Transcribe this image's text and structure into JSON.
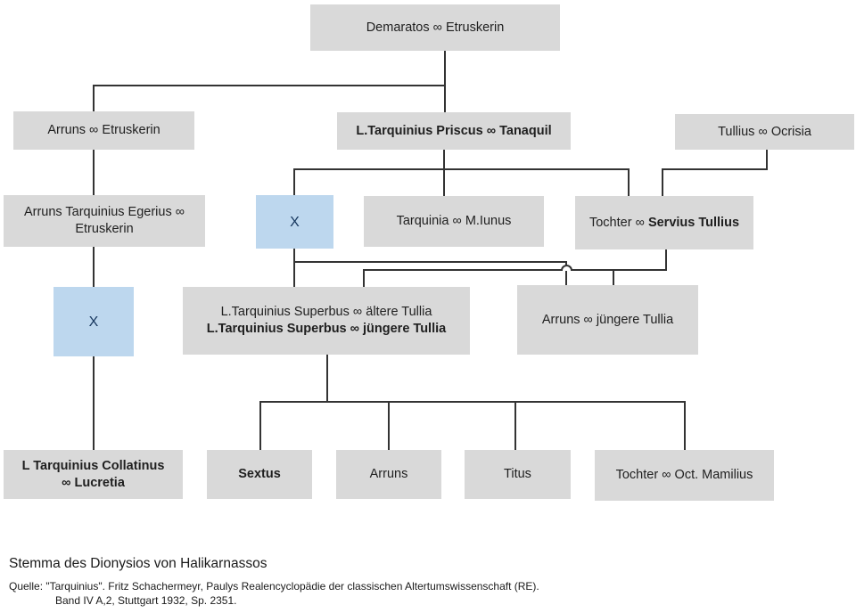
{
  "diagram": {
    "title": "Stemma des Dionysios von Halikarnassos",
    "source": {
      "line1": "Quelle: \"Tarquinius\". Fritz Schachermeyr, Paulys Realencyclopädie der classischen Altertumswissenschaft (RE).",
      "line2": "Band IV A,2, Stuttgart 1932, Sp. 2351."
    },
    "colors": {
      "box_fill": "#d9d9d9",
      "unknown_box_fill": "#bdd7ee",
      "unknown_text": "#17375e",
      "line": "#333333",
      "text": "#1f1f1f",
      "background": "#ffffff"
    },
    "nodes": {
      "demaratos": {
        "label": "Demaratos ∞ Etruskerin"
      },
      "arruns_etruskerin": {
        "label": "Arruns ∞ Etruskerin"
      },
      "priscus": {
        "label": "L.Tarquinius Priscus ∞ Tanaquil"
      },
      "tullius_ocrisia": {
        "label": "Tullius ∞ Ocrisia"
      },
      "egerius": {
        "label": "Arruns Tarquinius Egerius ∞ Etruskerin"
      },
      "unknown_son": {
        "label": "X"
      },
      "tarquinia": {
        "label": "Tarquinia ∞ M.Iunus"
      },
      "tochter_servius": {
        "prefix": "Tochter ∞ ",
        "bold": "Servius Tullius"
      },
      "unknown_grandson": {
        "label": "X"
      },
      "superbus": {
        "line1": "L.Tarquinius Superbus ∞ ältere Tullia",
        "line2": "L.Tarquinius Superbus ∞ jüngere Tullia"
      },
      "arruns_jtullia": {
        "label": "Arruns ∞ jüngere Tullia"
      },
      "collatinus": {
        "line1": "L Tarquinius Collatinus",
        "line2": "∞ Lucretia"
      },
      "sextus": {
        "label": "Sextus"
      },
      "arruns_jr": {
        "label": "Arruns"
      },
      "titus": {
        "label": "Titus"
      },
      "tochter_mamilius": {
        "label": "Tochter ∞ Oct. Mamilius"
      }
    }
  }
}
